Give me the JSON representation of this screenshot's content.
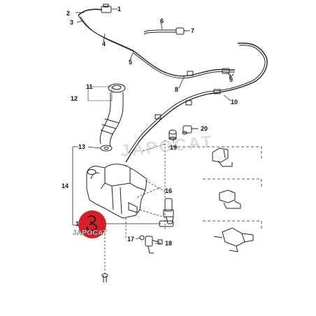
{
  "diagram": {
    "callouts": {
      "c1": "1",
      "c2": "2",
      "c3": "3",
      "c4": "4",
      "c5": "5",
      "c6": "6",
      "c7": "7",
      "c8": "8",
      "c9": "9",
      "c10": "10",
      "c11": "11",
      "c12": "12",
      "c13": "13",
      "c14": "14",
      "c15": "15",
      "c16": "16",
      "c17": "17",
      "c18": "18",
      "c19": "19",
      "c20": "20"
    },
    "watermark": "JAPOCAT",
    "logo_text": "JAPOCAT"
  },
  "colors": {
    "line": "#222222",
    "logo_red": "#d4202a",
    "watermark_gray": "#b4b4b4"
  }
}
